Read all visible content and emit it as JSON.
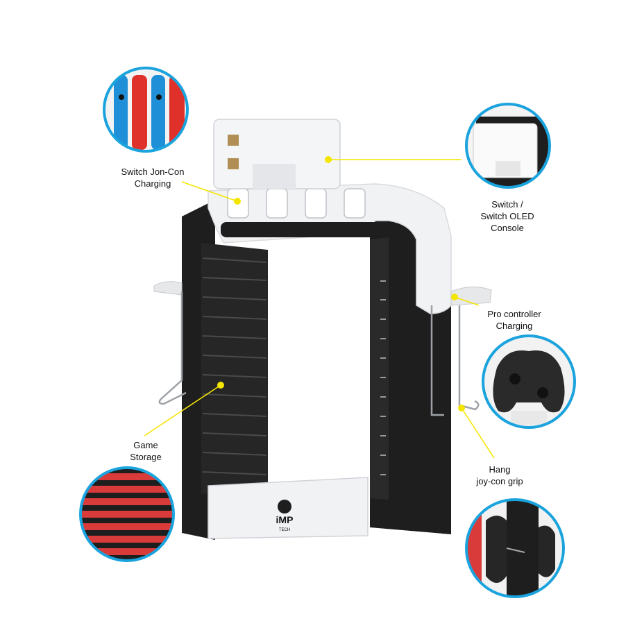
{
  "callouts": [
    {
      "id": "joycon",
      "lines": [
        "Switch Jon-Con",
        "Charging"
      ]
    },
    {
      "id": "switch",
      "lines": [
        "Switch /",
        "Switch OLED",
        "Console"
      ]
    },
    {
      "id": "pro",
      "lines": [
        "Pro controller",
        "Charging"
      ]
    },
    {
      "id": "game",
      "lines": [
        "Game",
        "Storage"
      ]
    },
    {
      "id": "hang",
      "lines": [
        "Hang",
        "joy-con grip"
      ]
    }
  ],
  "logo": {
    "text": "iMP",
    "subtext": "TECH"
  },
  "colors": {
    "accent": "#f5e600",
    "circle_border": "#1aa3dd",
    "tower_black": "#1e1e1e",
    "tower_white": "#f1f2f4",
    "joycon_blue": "#1f8fd8",
    "joycon_red": "#e0302a",
    "stripe_red": "#d93a3a"
  }
}
